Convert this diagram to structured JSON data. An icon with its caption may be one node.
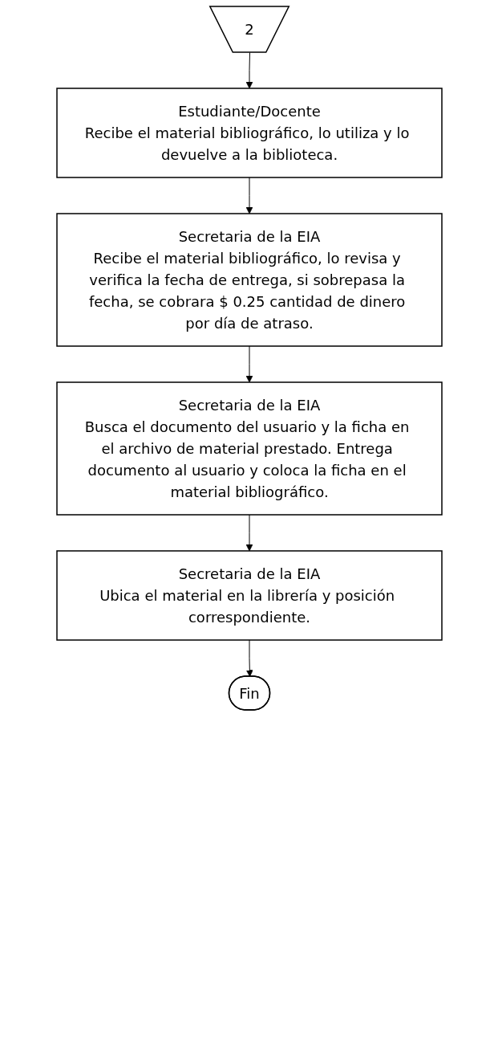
{
  "diagram": {
    "nodes": [
      {
        "text": [
          "2"
        ]
      },
      {
        "text": [
          "Estudiante/Docente",
          "Recibe el material bibliográfico, lo utiliza y lo devuelve a la biblioteca."
        ]
      },
      {
        "text": [
          "Secretaria de la EIA",
          "Recibe el material bibliográfico, lo revisa y verifica la fecha de entrega, si sobrepasa la fecha, se cobrara $ 0.25 cantidad de dinero por día de atraso."
        ]
      },
      {
        "text": [
          "Secretaria de la EIA",
          "Busca el documento del usuario y la ficha en el archivo de material prestado. Entrega documento al usuario y coloca la ficha en el material bibliográfico."
        ]
      },
      {
        "text": [
          "Secretaria de la EIA",
          "Ubica el material en la librería y posición correspondiente."
        ]
      },
      {
        "text": [
          "Fin"
        ]
      }
    ],
    "edges": [
      {
        "from": 0,
        "to": 1,
        "arrow": "to"
      },
      {
        "from": 1,
        "to": 2,
        "arrow": "to"
      },
      {
        "from": 2,
        "to": 3,
        "arrow": "to"
      },
      {
        "from": 3,
        "to": 4,
        "arrow": "to"
      },
      {
        "from": 4,
        "to": 5,
        "arrow": "to"
      }
    ]
  }
}
